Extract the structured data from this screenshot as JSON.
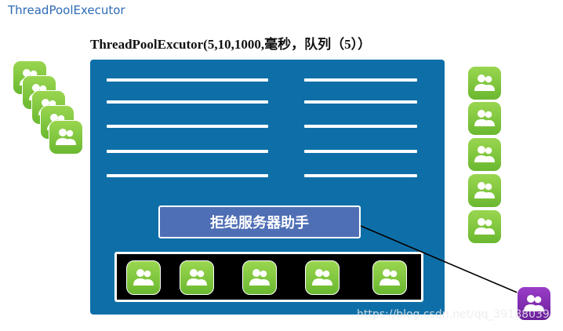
{
  "heading": "ThreadPoolExecutor",
  "diagram": {
    "title": "ThreadPoolExcutor(5,10,1000,毫秒，队列（5））",
    "reject_label": "拒绝服务器助手",
    "watermark": "https://blog.csdn.net/qq_39188039"
  },
  "icons": {
    "user": "people-icon",
    "incoming_count": 5,
    "queued_count": 5,
    "core_thread_count": 5,
    "rejected_count": 1
  },
  "colors": {
    "pool": "#0e6fa8",
    "reject_box": "#4f6fb5",
    "user_green": "#7cc73a",
    "user_rejected": "#7b2bb0",
    "heading": "#2e6bb5"
  }
}
